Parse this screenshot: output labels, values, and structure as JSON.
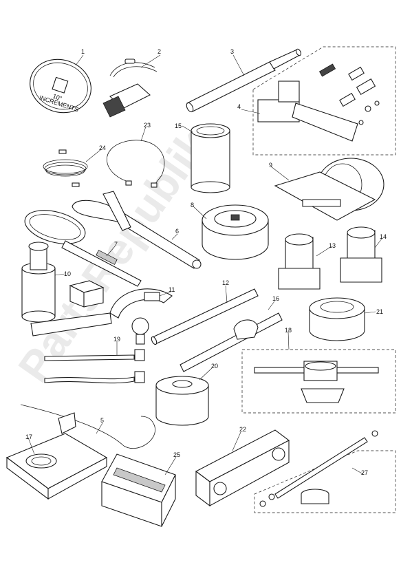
{
  "diagram": {
    "labels": [
      "1",
      "2",
      "3",
      "4",
      "5",
      "6",
      "7",
      "8",
      "9",
      "10",
      "11",
      "12",
      "13",
      "14",
      "15",
      "16",
      "17",
      "18",
      "19",
      "20",
      "21",
      "22",
      "23",
      "24",
      "25",
      "27"
    ],
    "dial_text": [
      "10°",
      "INCREMENTS"
    ],
    "watermark": "PartsRepublik"
  }
}
